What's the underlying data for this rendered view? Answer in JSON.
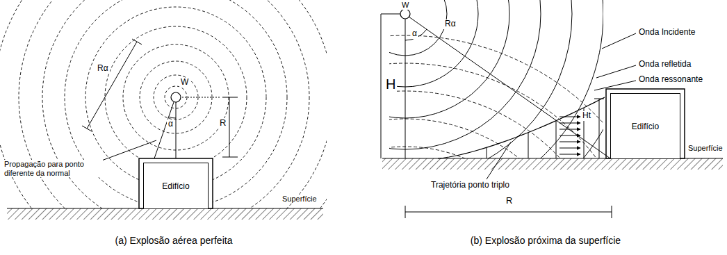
{
  "diagram": {
    "nodes": [
      {
        "text": [
          "Edifício"
        ]
      },
      {
        "text": [
          "Edifício"
        ]
      }
    ],
    "labels": [
      "W",
      "Rα",
      "α",
      "R",
      "Propagação para ponto diferente da normal",
      "Superfície",
      "(a) Explosão aérea perfeita",
      "W",
      "Rα",
      "α",
      "H",
      "Onda Incidente",
      "Onda refletida",
      "Onda ressonante",
      "Ht",
      "Superfície",
      "Trajetória ponto triplo",
      "R",
      "(b) Explosão próxima da superfície"
    ]
  }
}
